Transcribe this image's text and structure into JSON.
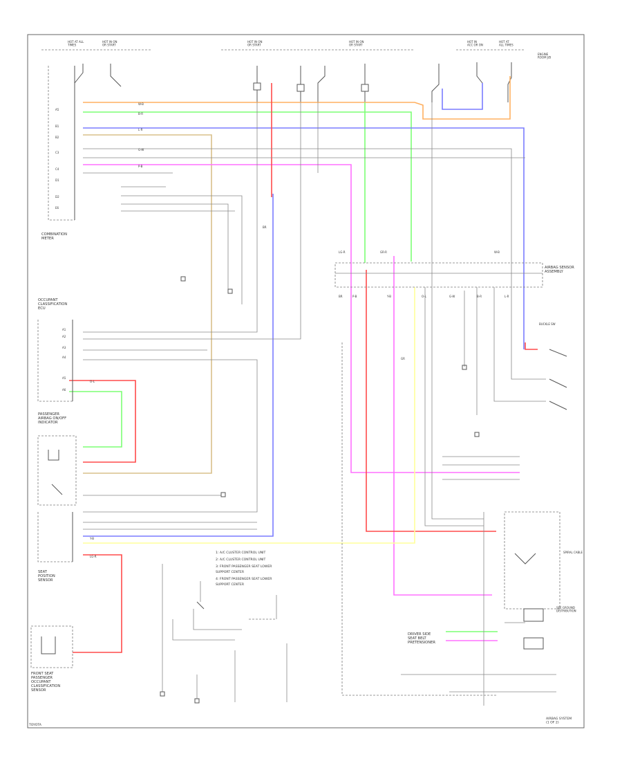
{
  "colors": {
    "red": "#ff4a4a",
    "green": "#7cff74",
    "blue": "#7a7cff",
    "orange": "#ffb060",
    "tan": "#d8c08a",
    "magenta": "#ff70ff",
    "yellow": "#ffff9a",
    "black": "#555555",
    "frame": "#666666"
  },
  "header": {
    "left_block_1": "HOT AT ALL\nTIMES",
    "left_block_2": "HOT IN ON\nOR START",
    "mid_block_1": "HOT IN ON\nOR START",
    "mid_block_2": "HOT IN ON\nOR START",
    "right_block_1": "HOT IN\nACC OR ON",
    "right_block_2": "HOT AT\nALL TIMES",
    "right_block_3": "ENGINE\nROOM J/B"
  },
  "labels": {
    "comb_meter": "COMBINATION\nMETER",
    "occupant_ecu": "OCCUPANT\nCLASSIFICATION\nECU",
    "passenger_airbag": "PASSENGER\nAIRBAG ON/OFF\nINDICATOR",
    "seat_position_sensor": "SEAT\nPOSITION\nSENSOR",
    "buckle_switch": "BUCKLE SW",
    "airbag_sensor": "AIRBAG SENSOR\nASSEMBLY",
    "front_seat": "FRONT SEAT\nPASSENGER\nOCCUPANT\nCLASSIFICATION\nSENSOR",
    "driver_seat": "DRIVER SIDE\nSEAT BELT\nPRETENSIONER",
    "footer_left": "TOYOTA",
    "footer_right": "AIRBAG SYSTEM\n(1 OF 2)",
    "side_note": "SEE GROUND\nDISTRIBUTION",
    "spiral_cable": "SPIRAL CABLE"
  },
  "legend": [
    "1: A/C CLUSTER CONTROL UNIT",
    "2: A/C CLUSTER CONTROL UNIT",
    "3: FRONT PASSENGER SEAT LOWER",
    "   SUPPORT CENTER",
    "4: FRONT PASSENGER SEAT LOWER",
    "   SUPPORT CENTER"
  ],
  "wire_codes": {
    "a": "W-B",
    "b": "B-R",
    "c": "L-R",
    "d": "G-W",
    "e": "P-B",
    "f": "Y-B",
    "g": "LG-R",
    "h": "O-L",
    "i": "BR",
    "j": "GR"
  }
}
